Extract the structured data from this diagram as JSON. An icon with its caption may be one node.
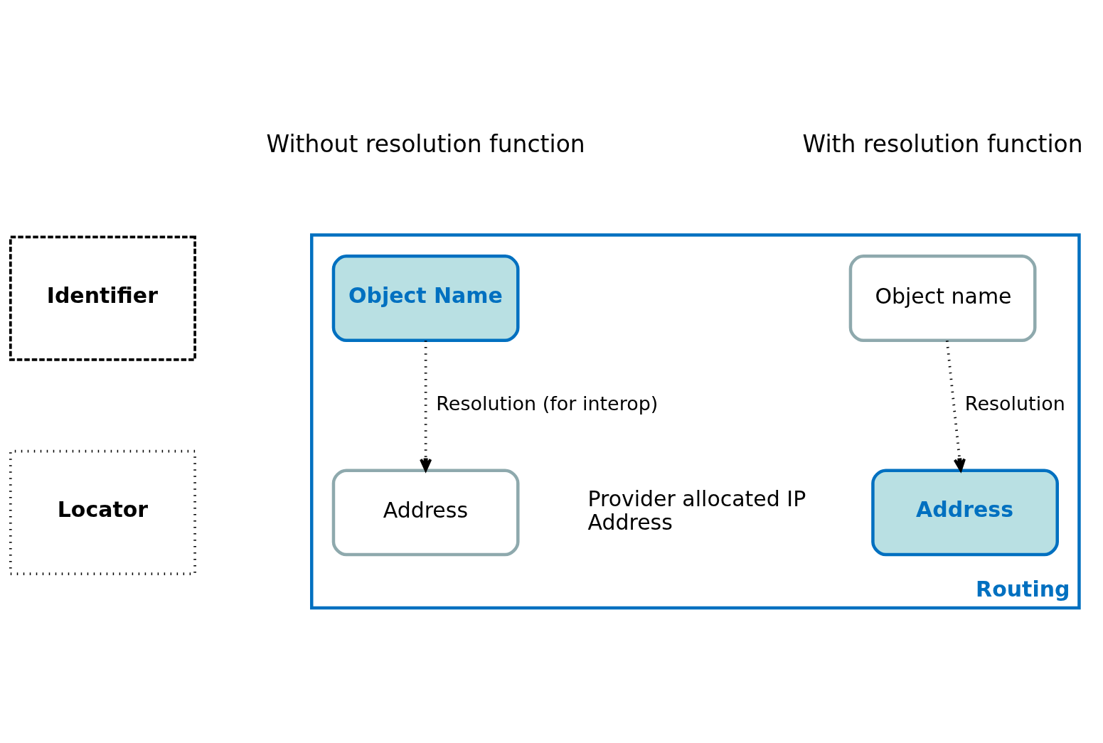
{
  "diagram": {
    "nodes": [
      {
        "text": [
          "Identifier"
        ]
      },
      {
        "text": [
          "Locator"
        ]
      },
      {
        "text": [
          "Routing"
        ]
      },
      {
        "text": [
          "Object Name"
        ],
        "in": 2
      },
      {
        "text": [
          "Object name"
        ],
        "in": 2
      },
      {
        "text": [
          "Address"
        ],
        "in": 2,
        "beside": [
          "Provider allocated IP Address"
        ]
      },
      {
        "text": [
          "Address"
        ],
        "in": 2
      }
    ],
    "edges": [
      {
        "from": 3,
        "to": 5,
        "arrow": "to",
        "label": "Resolution (for interop)"
      },
      {
        "from": 4,
        "to": 6,
        "arrow": "to",
        "label": "Resolution"
      }
    ],
    "labels": [
      "Without resolution function",
      "With resolution function"
    ]
  }
}
